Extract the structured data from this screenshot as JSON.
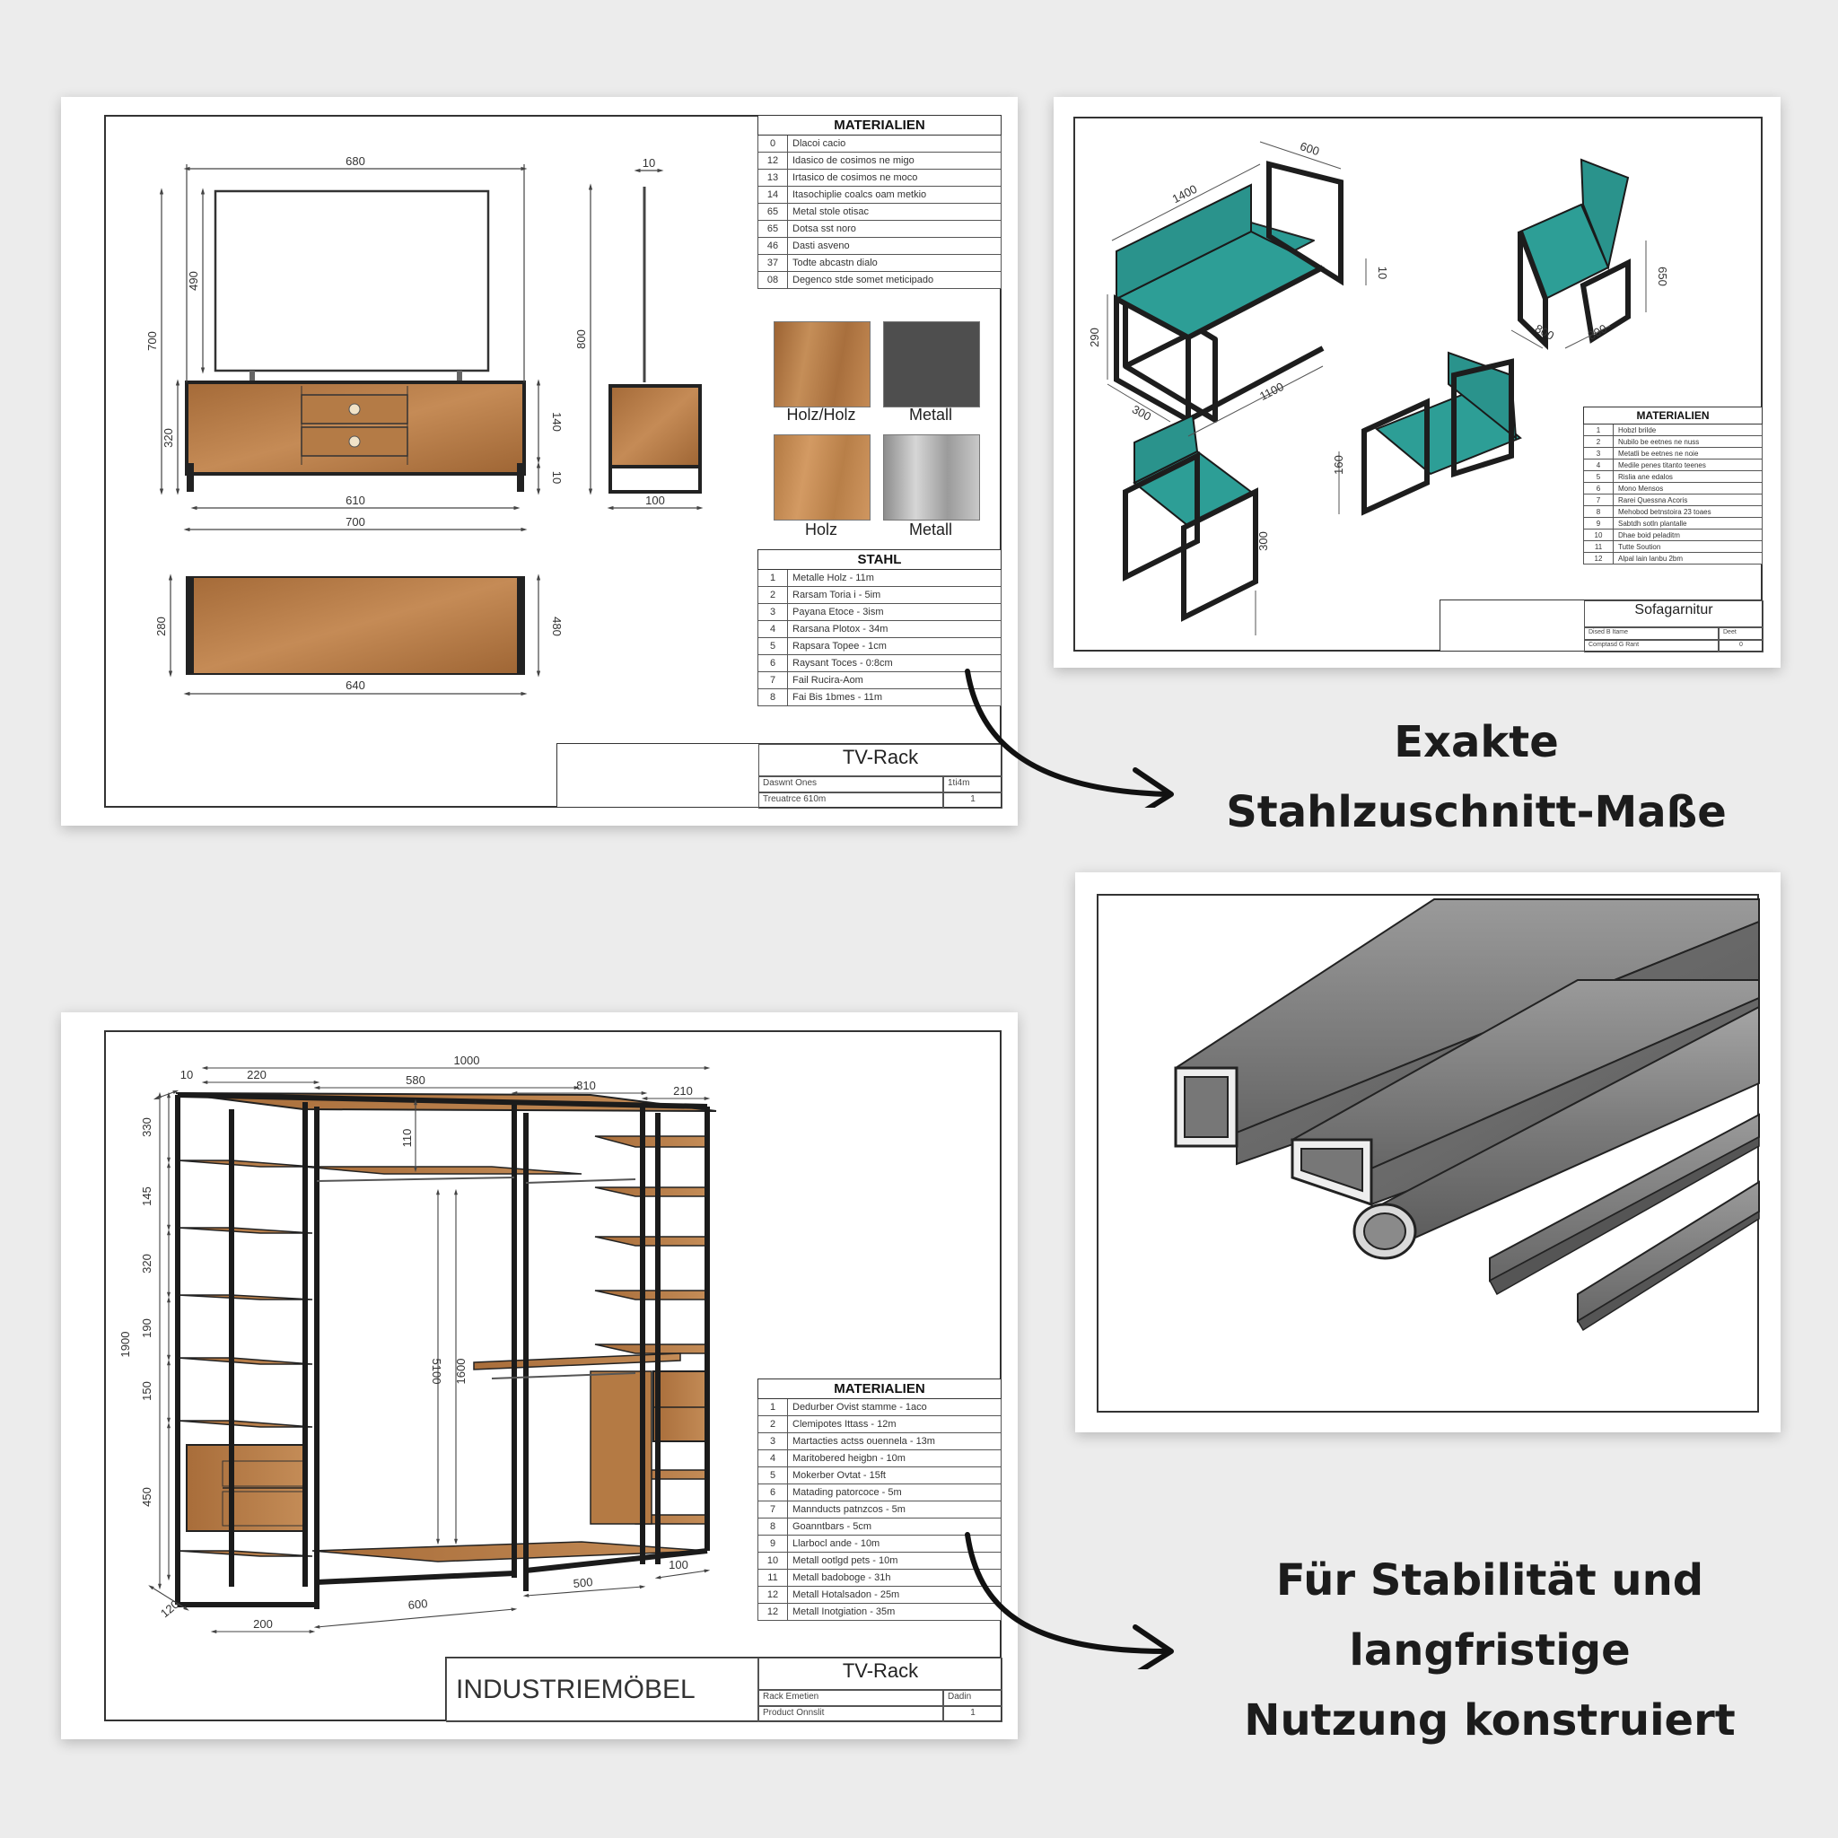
{
  "tv_sheet": {
    "materials_title": "MATERIALIEN",
    "materials": [
      {
        "n": "0",
        "t": "Dlacoi cacio"
      },
      {
        "n": "12",
        "t": "Idasico de cosimos ne migo"
      },
      {
        "n": "13",
        "t": "Irtasico de cosimos ne moco"
      },
      {
        "n": "14",
        "t": "Itasochiplie coalcs oam metkio"
      },
      {
        "n": "65",
        "t": "Metal stole otisac"
      },
      {
        "n": "65",
        "t": "Dotsa sst noro"
      },
      {
        "n": "46",
        "t": "Dasti asveno"
      },
      {
        "n": "37",
        "t": "Todte abcastn dialo"
      },
      {
        "n": "08",
        "t": "Degenco stde somet meticipado"
      }
    ],
    "swatches": [
      {
        "label": "Holz/Holz",
        "color": "#b07845"
      },
      {
        "label": "Metall",
        "color": "#4e4e4e"
      },
      {
        "label": "Holz",
        "color": "#c08a55"
      },
      {
        "label": "Metall",
        "color": "#a9a9a9"
      }
    ],
    "steel_title": "STAHL",
    "steel": [
      {
        "n": "1",
        "t": "Metalle Holz - 11m"
      },
      {
        "n": "2",
        "t": "Rarsam Toria i - 5im"
      },
      {
        "n": "3",
        "t": "Payana Etoce - 3ism"
      },
      {
        "n": "4",
        "t": "Rarsana Plotox - 34m"
      },
      {
        "n": "5",
        "t": "Rapsara Topee - 1cm"
      },
      {
        "n": "6",
        "t": "Raysant Toces - 0:8cm"
      },
      {
        "n": "7",
        "t": "Fail Rucira-Aom"
      },
      {
        "n": "8",
        "t": "Fai Bis 1bmes - 11m"
      }
    ],
    "title_block": {
      "title": "TV-Rack",
      "row1": "Daswnt Ones",
      "row1b": "1ti4m",
      "row2": "Treuatrce 610m",
      "row2b": "1"
    },
    "dims": {
      "w680": "680",
      "w10": "10",
      "h490": "490",
      "h700": "700",
      "h800": "800",
      "h320": "320",
      "h140": "140",
      "h10": "10",
      "w610": "610",
      "w700": "700",
      "w100": "100",
      "h280": "280",
      "h480": "480",
      "w640": "640"
    }
  },
  "sofa_sheet": {
    "materials_title": "MATERIALIEN",
    "materials": [
      {
        "n": "1",
        "t": "Hobzl brilde"
      },
      {
        "n": "2",
        "t": "Nubilo be eetnes ne nuss"
      },
      {
        "n": "3",
        "t": "Metatli be eetnes ne noie"
      },
      {
        "n": "4",
        "t": "Medile penes titanto teenes"
      },
      {
        "n": "5",
        "t": "Rislia ane edalos"
      },
      {
        "n": "6",
        "t": "Mono Mensos"
      },
      {
        "n": "7",
        "t": "Rarei Quessna Acoris"
      },
      {
        "n": "8",
        "t": "Mehobod betnstoira 23 toaes"
      },
      {
        "n": "9",
        "t": "Sabtdh sotln plantalle"
      },
      {
        "n": "10",
        "t": "Dhae boid peladitm"
      },
      {
        "n": "11",
        "t": "Tutte Soution"
      },
      {
        "n": "12",
        "t": "Alpal lain lanbu 2bm"
      }
    ],
    "title_block": {
      "title": "Sofagarnitur",
      "row1": "Dised B Itame",
      "row1b": "Deet",
      "row2": "Comptasd G Rant",
      "row2b": "0"
    },
    "dims": {
      "d1400": "1400",
      "d600": "600",
      "d10": "10",
      "d290": "290",
      "d1100": "1100",
      "d300": "300",
      "d650": "650",
      "d800a": "800",
      "d800b": "800",
      "d160": "160",
      "d320": "300"
    }
  },
  "caption_top": [
    "Exakte",
    "Stahlzuschnitt-Maße"
  ],
  "caption_bottom": [
    "Für Stabilität und",
    "langfristige",
    "Nutzung konstruiert"
  ],
  "wardrobe_sheet": {
    "materials_title": "MATERIALIEN",
    "materials": [
      {
        "n": "1",
        "t": "Dedurber Ovist stamme - 1aco"
      },
      {
        "n": "2",
        "t": "Clemipotes Ittass - 12m"
      },
      {
        "n": "3",
        "t": "Martacties actss ouennela - 13m"
      },
      {
        "n": "4",
        "t": "Maritobered heigbn - 10m"
      },
      {
        "n": "5",
        "t": "Mokerber Ovtat - 15ft"
      },
      {
        "n": "6",
        "t": "Matading patorcoce - 5m"
      },
      {
        "n": "7",
        "t": "Mannducts patnzcos - 5m"
      },
      {
        "n": "8",
        "t": "Goanntbars - 5cm"
      },
      {
        "n": "9",
        "t": "Llarbocl ande - 10m"
      },
      {
        "n": "10",
        "t": "Metall ootlgd pets - 10m"
      },
      {
        "n": "11",
        "t": "Metall badoboge - 31h"
      },
      {
        "n": "12",
        "t": "Metall Hotalsadon - 25m"
      },
      {
        "n": "12",
        "t": "Metall Inotgiation - 35m"
      }
    ],
    "brand": "INDUSTRIEMÖBEL",
    "title_block": {
      "title": "TV-Rack",
      "row1": "Rack Emetien",
      "row1b": "Dadin",
      "row2": "Product Onnslit",
      "row2b": "1"
    },
    "dims": {
      "t10": "10",
      "t220": "220",
      "t1000": "1000",
      "t580": "580",
      "t810": "810",
      "t210": "210",
      "l330": "330",
      "l110": "110",
      "l145": "145",
      "l320": "320",
      "l190": "190",
      "l150": "150",
      "l450": "450",
      "h1900": "1900",
      "v5100": "5100",
      "v1600": "1600",
      "b120": "120",
      "b200": "200",
      "b600": "600",
      "b500": "500",
      "b100": "100"
    }
  }
}
